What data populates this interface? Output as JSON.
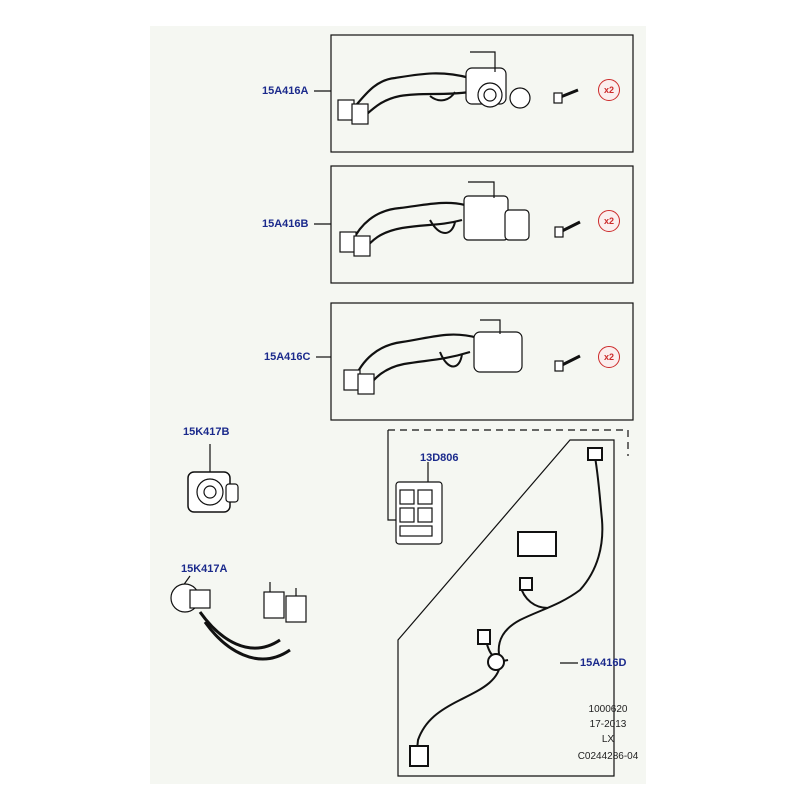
{
  "callouts": {
    "a": "15A416A",
    "b": "15A416B",
    "c": "15A416C",
    "d": "15A416D",
    "k417b": "15K417B",
    "k417a": "15K417A",
    "d806": "13D806"
  },
  "quantity_badge": "x2",
  "footer": {
    "line1": "1000620",
    "line2": "17-2013",
    "line3": "LX",
    "line4": "C0244286-04"
  },
  "colors": {
    "callout": "#1b2a8c",
    "badge": "#cc2a2a",
    "line": "#111111"
  }
}
